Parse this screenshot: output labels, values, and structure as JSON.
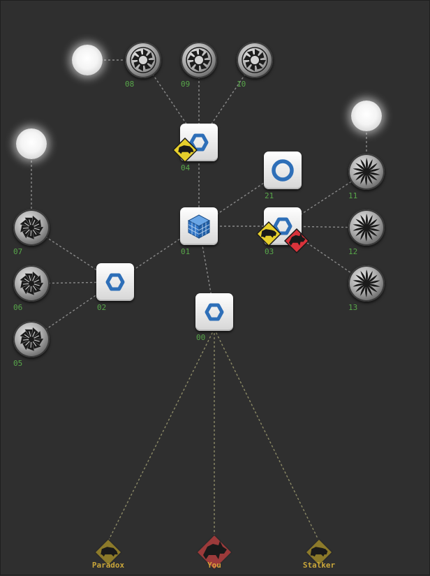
{
  "colors": {
    "background": "#2f2f2f",
    "node_label": "#58a64a",
    "link": "#8a8a8a",
    "player_link": "#8c8a66",
    "intrusion_yellow": "#e6cf2c",
    "intrusion_red": "#d9333b",
    "system_blue": "#2e6fb8",
    "player_olive": "#8c7a2a",
    "player_red": "#9c3a3a"
  },
  "nodes": [
    {
      "id": "08",
      "label": "08",
      "kind": "ice",
      "icon": "ice-spiral-icon"
    },
    {
      "id": "09",
      "label": "09",
      "kind": "ice",
      "icon": "ice-spiral-icon"
    },
    {
      "id": "10",
      "label": "10",
      "kind": "ice",
      "icon": "ice-spiral-icon"
    },
    {
      "id": "04",
      "label": "04",
      "kind": "system",
      "icon": "hexagon-icon"
    },
    {
      "id": "21",
      "label": "21",
      "kind": "system",
      "icon": "ring-icon"
    },
    {
      "id": "11",
      "label": "11",
      "kind": "ice",
      "icon": "ice-burst-icon"
    },
    {
      "id": "07",
      "label": "07",
      "kind": "ice",
      "icon": "ice-pinwheel-icon"
    },
    {
      "id": "01",
      "label": "01",
      "kind": "system",
      "icon": "data-cube-icon"
    },
    {
      "id": "03",
      "label": "03",
      "kind": "system",
      "icon": "hexagon-icon"
    },
    {
      "id": "12",
      "label": "12",
      "kind": "ice",
      "icon": "ice-burst-icon"
    },
    {
      "id": "06",
      "label": "06",
      "kind": "ice",
      "icon": "ice-pinwheel-icon"
    },
    {
      "id": "02",
      "label": "02",
      "kind": "system",
      "icon": "hexagon-icon"
    },
    {
      "id": "13",
      "label": "13",
      "kind": "ice",
      "icon": "ice-burst-icon"
    },
    {
      "id": "00",
      "label": "00",
      "kind": "system",
      "icon": "hexagon-icon"
    },
    {
      "id": "05",
      "label": "05",
      "kind": "ice",
      "icon": "ice-pinwheel-icon"
    }
  ],
  "glow_nodes": [
    "glow-left-top",
    "glow-left",
    "glow-right"
  ],
  "markers": [
    {
      "on": "04",
      "color": "yellow",
      "icon": "boar-icon"
    },
    {
      "on": "03",
      "color": "yellow",
      "icon": "bear-icon"
    },
    {
      "on": "03",
      "color": "red",
      "icon": "wolf-icon"
    }
  ],
  "players": [
    {
      "name": "Paradox",
      "color": "olive",
      "icon": "boar-icon"
    },
    {
      "name": "You",
      "color": "red",
      "icon": "wolf-icon"
    },
    {
      "name": "Stalker",
      "color": "olive",
      "icon": "bear-icon"
    }
  ]
}
